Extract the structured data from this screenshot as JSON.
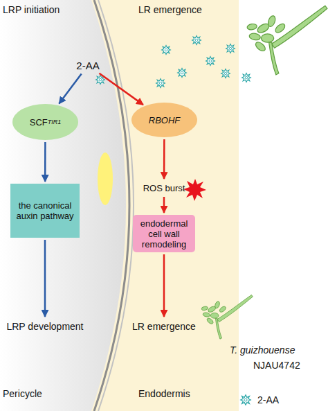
{
  "diagram": {
    "nodes": [
      {
        "text": [
          "2-AA"
        ]
      },
      {
        "text": [
          "SCF",
          "TIR1"
        ]
      },
      {
        "text": [
          "RBOHF"
        ]
      },
      {
        "text": [
          "the canonical auxin pathway"
        ]
      },
      {
        "text": [
          "ROS burst"
        ]
      },
      {
        "text": [
          "endodermal cell wall remodeling"
        ]
      },
      {
        "text": [
          "LRP development"
        ]
      },
      {
        "text": [
          "LR emergence"
        ]
      }
    ],
    "edges": [
      {
        "from": 0,
        "to": 1,
        "arrow": "to"
      },
      {
        "from": 0,
        "to": 2,
        "arrow": "to"
      },
      {
        "from": 1,
        "to": 3,
        "arrow": "to"
      },
      {
        "from": 3,
        "to": 6,
        "arrow": "to"
      },
      {
        "from": 2,
        "to": 4,
        "arrow": "to"
      },
      {
        "from": 4,
        "to": 5,
        "arrow": "to"
      },
      {
        "from": 5,
        "to": 7,
        "arrow": "to"
      }
    ],
    "labels": [
      "LRP initiation",
      "LR emergence",
      "Pericycle",
      "Endodermis",
      "T. guizhouense",
      "NJAU4742"
    ],
    "legend": [
      {
        "text": "2-AA"
      }
    ]
  }
}
